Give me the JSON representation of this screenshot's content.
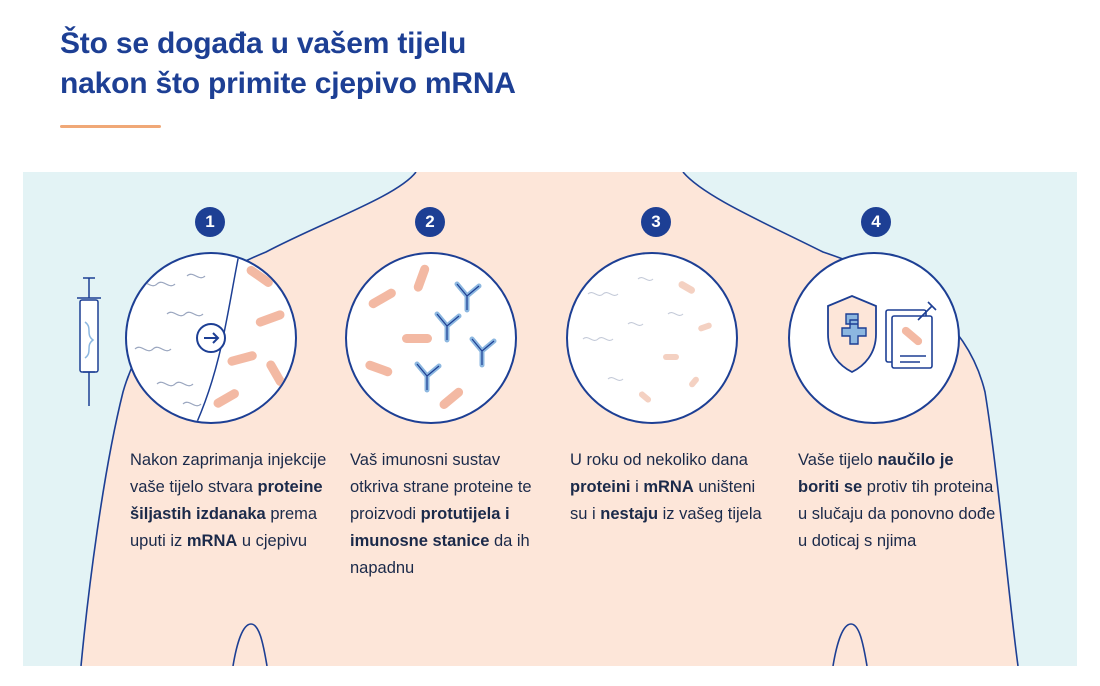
{
  "header": {
    "title_line1": "Što se događa u vašem tijelu",
    "title_line2": "nakon što primite cjepivo mRNA"
  },
  "colors": {
    "navy": "#1d3f94",
    "orange_accent": "#f0a877",
    "skin": "#fde6d9",
    "background": "#e3f3f5",
    "protein": "#f3b9a3",
    "antibody": "#8cb7e0"
  },
  "steps": [
    {
      "number": "1",
      "icon": "vaccine-entering-cell-icon",
      "text": {
        "p1": "Nakon zaprimanja injekcije vaše tijelo stvara ",
        "b1": "proteine šiljastih izdanaka",
        "p2": " prema uputi iz ",
        "b2": "mRNA",
        "p3": " u cjepivu"
      }
    },
    {
      "number": "2",
      "icon": "antibodies-proteins-icon",
      "text": {
        "p1": "Vaš imunosni sustav otkriva strane proteine te proizvodi ",
        "b1": "protutijela i imunosne stanice",
        "p2": " da ih napadnu"
      }
    },
    {
      "number": "3",
      "icon": "fading-proteins-icon",
      "text": {
        "p1": "U roku od nekoliko dana ",
        "b1": "proteini",
        "p2": " i ",
        "b2": "mRNA",
        "p3": " uništeni su i ",
        "b3": "nestaju",
        "p4": " iz vašeg tijela"
      }
    },
    {
      "number": "4",
      "icon": "shield-and-document-icon",
      "text": {
        "p1": "Vaše tijelo ",
        "b1": "naučilo je boriti se",
        "p2": " protiv tih proteina u slučaju da ponovno dođe u doticaj s njima"
      }
    }
  ]
}
